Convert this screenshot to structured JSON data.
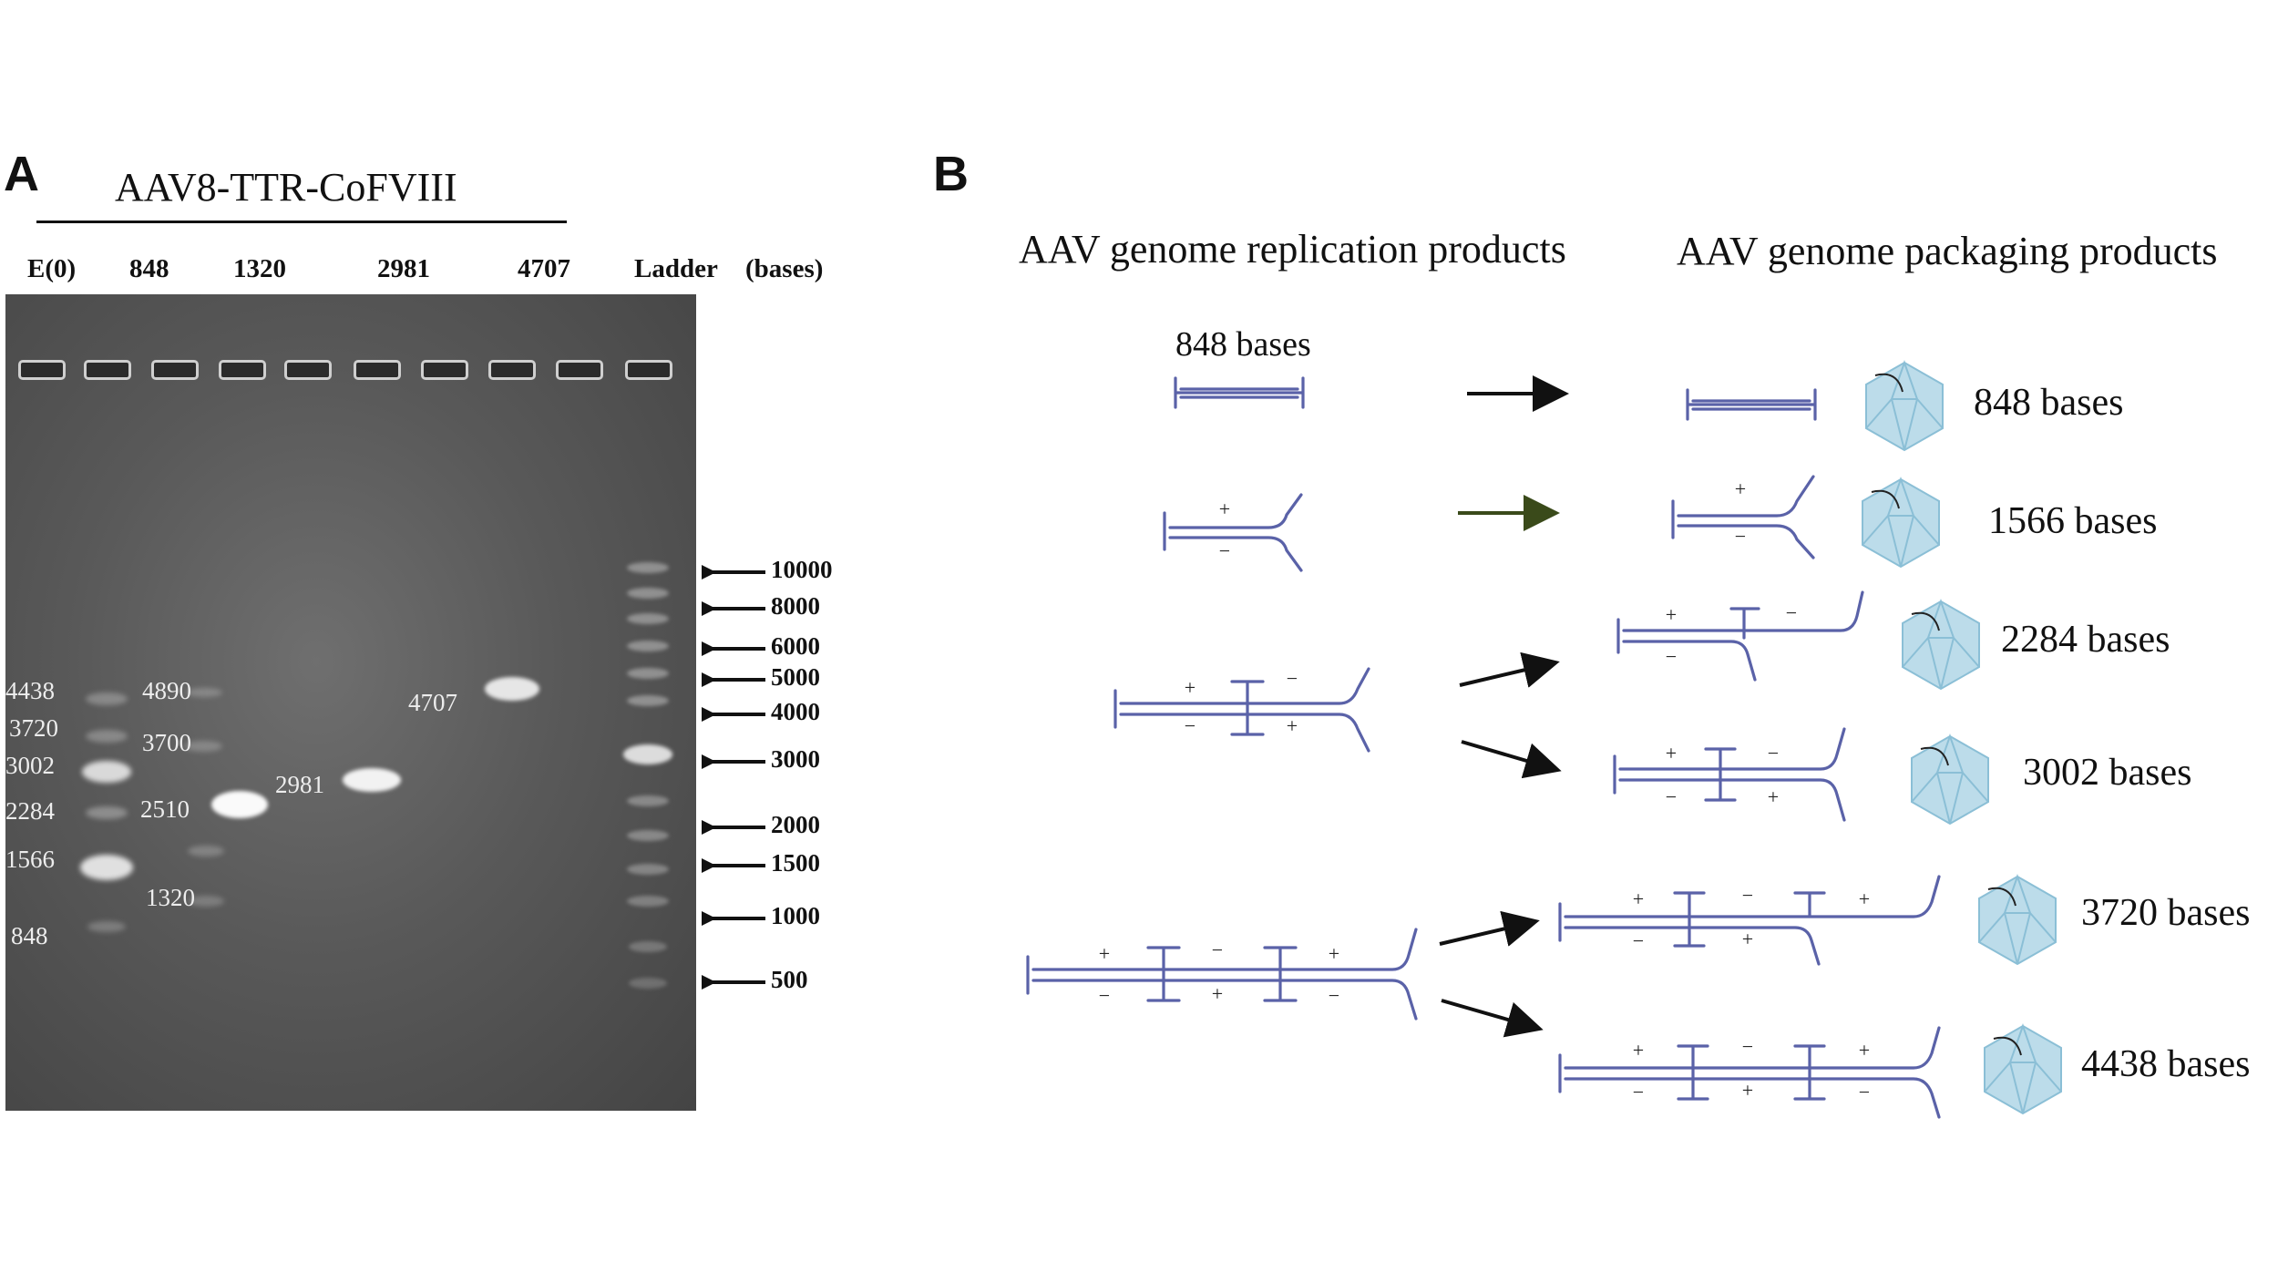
{
  "panel_a": {
    "letter": "A",
    "construct": "AAV8-TTR-CoFVIII",
    "lanes": [
      "E(0)",
      "848",
      "1320",
      "2981",
      "4707",
      "Ladder"
    ],
    "units": "(bases)",
    "band_labels_lane1": [
      "4438",
      "3720",
      "3002",
      "2284",
      "1566",
      "848"
    ],
    "band_labels_lane2": [
      "4890",
      "3700",
      "2510",
      "1320"
    ],
    "band_label_2981": "2981",
    "band_label_4707": "4707",
    "markers": [
      "10000",
      "8000",
      "6000",
      "5000",
      "4000",
      "3000",
      "2000",
      "1500",
      "1000",
      "500"
    ]
  },
  "panel_b": {
    "letter": "B",
    "left_title": "AAV genome replication products",
    "right_title": "AAV genome packaging products",
    "source_label": "848 bases",
    "products": [
      "848 bases",
      "1566 bases",
      "2284 bases",
      "3002 bases",
      "3720 bases",
      "4438 bases"
    ],
    "colors": {
      "dna": "#5a62a8",
      "capsid": "#bcdcea",
      "capsid_edge": "#8bbfd6"
    }
  }
}
